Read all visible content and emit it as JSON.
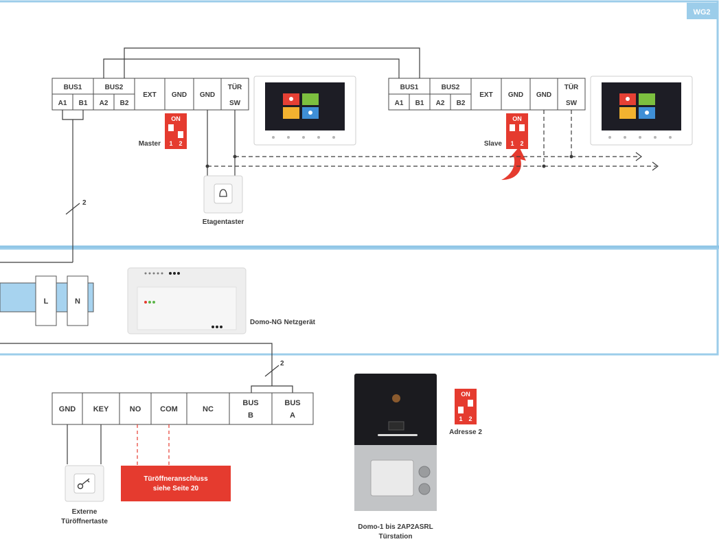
{
  "wg_badge": "WG2",
  "colors": {
    "frame": "#9ccdea",
    "divider": "#8ec5e6",
    "red": "#e53b2f",
    "wire": "#3c3c3c",
    "cable": "#a7d3ef",
    "text": "#3a3a3a"
  },
  "master_block": {
    "bus1": "BUS1",
    "bus2": "BUS2",
    "a1": "A1",
    "b1": "B1",
    "a2": "A2",
    "b2": "B2",
    "ext": "EXT",
    "gnd1": "GND",
    "gnd2": "GND",
    "tuer": "TÜR",
    "sw": "SW"
  },
  "slave_block": {
    "bus1": "BUS1",
    "bus2": "BUS2",
    "a1": "A1",
    "b1": "B1",
    "a2": "A2",
    "b2": "B2",
    "ext": "EXT",
    "gnd1": "GND",
    "gnd2": "GND",
    "tuer": "TÜR",
    "sw": "SW"
  },
  "dip_master": {
    "on": "ON",
    "n1": "1",
    "n2": "2",
    "label": "Master"
  },
  "dip_slave": {
    "on": "ON",
    "n1": "1",
    "n2": "2",
    "label": "Slave"
  },
  "dip_address": {
    "on": "ON",
    "n1": "1",
    "n2": "2",
    "label": "Adresse 2"
  },
  "etagentaster_label": "Etagentaster",
  "wire_count_upper": "2",
  "wire_count_lower": "2",
  "power_supply": {
    "l": "L",
    "n": "N",
    "label": "Domo-NG Netzgerät"
  },
  "door_block": {
    "gnd": "GND",
    "key": "KEY",
    "no": "NO",
    "com": "COM",
    "nc": "NC",
    "bus_b1": "BUS",
    "bus_b2": "B",
    "bus_a1": "BUS",
    "bus_a2": "A"
  },
  "door_opener_note": {
    "line1": "Türöffneranschluss",
    "line2": "siehe Seite 20"
  },
  "external_button": {
    "line1": "Externe",
    "line2": "Türöffnertaste"
  },
  "door_station": {
    "line1": "Domo-1 bis 2AP2ASRL",
    "line2": "Türstation"
  }
}
